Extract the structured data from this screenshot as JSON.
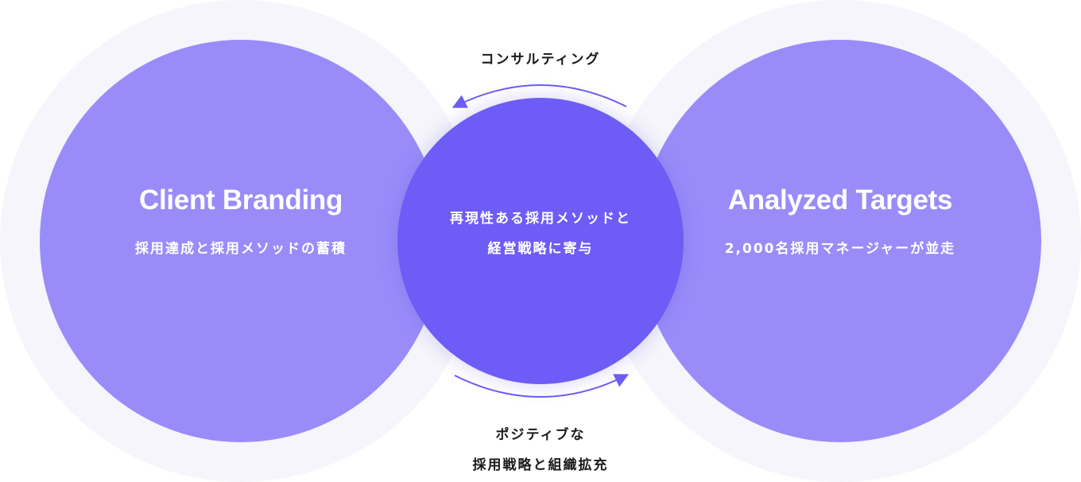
{
  "colors": {
    "halo": "#f5f5fb",
    "outer_circle": "#998cf9",
    "center_circle": "#6d5cf6",
    "arrow": "#6d5cf6"
  },
  "left_circle": {
    "title": "Client Branding",
    "subtitle": "採用達成と採用メソッドの蓄積"
  },
  "center_circle": {
    "line1": "再現性ある採用メソッドと",
    "line2": "経営戦略に寄与"
  },
  "right_circle": {
    "title": "Analyzed Targets",
    "subtitle": "2,000名採用マネージャーが並走"
  },
  "top_flow": {
    "label": "コンサルティング",
    "direction": "right-to-left"
  },
  "bottom_flow": {
    "line1": "ポジティブな",
    "line2": "採用戦略と組織拡充",
    "direction": "left-to-right"
  }
}
